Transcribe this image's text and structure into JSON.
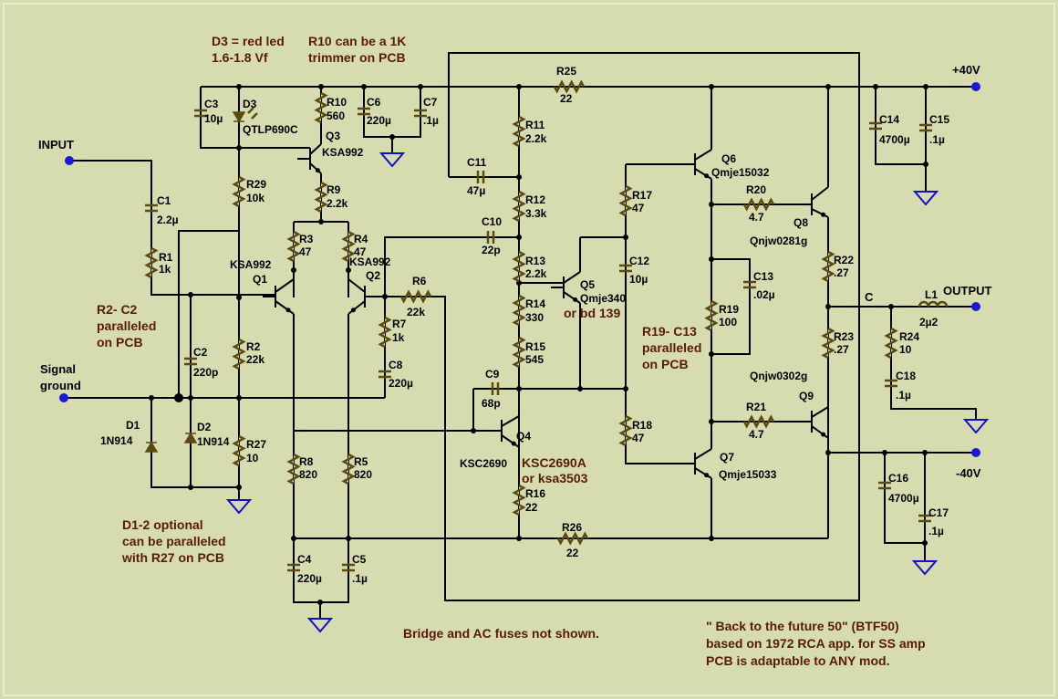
{
  "colors": {
    "background": "#d6dcaf",
    "wire": "#000000",
    "component": "#5a4a10",
    "terminal": "#1a1ad6",
    "ground": "#1010c8",
    "note": "#5a1a0a"
  },
  "ports": {
    "input": "INPUT",
    "signal_ground_1": "Signal",
    "signal_ground_2": "ground",
    "plus_rail": "+40V",
    "minus_rail": "-40V",
    "output": "OUTPUT",
    "c_node": "C"
  },
  "notes": {
    "d3_1": "D3 = red led",
    "d3_2": "1.6-1.8 Vf",
    "r10_1": "R10 can be a 1K",
    "r10_2": "trimmer on PCB",
    "r2c2_1": "R2- C2",
    "r2c2_2": "paralleled",
    "r2c2_3": "on PCB",
    "d12_1": "D1-2 optional",
    "d12_2": "can be paralleled",
    "d12_3": "with R27 on PCB",
    "r19_1": "R19- C13",
    "r19_2": "paralleled",
    "r19_3": "on PCB",
    "q5_alt": "or bd 139",
    "q4_alt1": "KSC2690A",
    "q4_alt2": "or ksa3503",
    "bridge": "Bridge and AC fuses not shown.",
    "btf_1": "\" Back to the future 50\" (BTF50)",
    "btf_2": "based on 1972 RCA app. for SS amp",
    "btf_3": "PCB is adaptable to ANY mod."
  },
  "labels": {
    "C3": "C3",
    "C3v": "10µ",
    "D3": "D3",
    "D3p": "QTLP690C",
    "R10": "R10",
    "R10v": "560",
    "C6": "C6",
    "C6v": "220µ",
    "C7": "C7",
    "C7v": ".1µ",
    "Q3": "Q3",
    "Q3p": "KSA992",
    "R29": "R29",
    "R29v": "10k",
    "R9": "R9",
    "R9v": "2.2k",
    "C1": "C1",
    "C1v": "2.2µ",
    "R1": "R1",
    "R1v": "1k",
    "R3": "R3",
    "R3v": "47",
    "R4": "R4",
    "R4v": "47",
    "Q1": "Q1",
    "Q1p": "KSA992",
    "Q2": "Q2",
    "Q2p": "KSA992",
    "R6": "R6",
    "R6v": "22k",
    "R7": "R7",
    "R7v": "1k",
    "C8": "C8",
    "C8v": "220µ",
    "C2": "C2",
    "C2v": "220p",
    "R2": "R2",
    "R2v": "22k",
    "D1": "D1",
    "D1p": "1N914",
    "D2": "D2",
    "D2p": "1N914",
    "R27": "R27",
    "R27v": "10",
    "R8": "R8",
    "R8v": "820",
    "R5": "R5",
    "R5v": "820",
    "C4": "C4",
    "C4v": "220µ",
    "C5": "C5",
    "C5v": ".1µ",
    "R11": "R11",
    "R11v": "2.2k",
    "C11": "C11",
    "C11v": "47µ",
    "R12": "R12",
    "R12v": "3.3k",
    "C10": "C10",
    "C10v": "22p",
    "R13": "R13",
    "R13v": "2.2k",
    "R14": "R14",
    "R14v": "330",
    "R15": "R15",
    "R15v": "545",
    "C9": "C9",
    "C9v": "68p",
    "Q4": "Q4",
    "Q4p": "KSC2690",
    "R16": "R16",
    "R16v": "22",
    "R25": "R25",
    "R25v": "22",
    "R26": "R26",
    "R26v": "22",
    "Q5": "Q5",
    "Q5p": "Qmje340",
    "R17": "R17",
    "R17v": "47",
    "C12": "C12",
    "C12v": "10µ",
    "R18": "R18",
    "R18v": "47",
    "Q6": "Q6",
    "Q6p": "Qmje15032",
    "Q7": "Q7",
    "Q7p": "Qmje15033",
    "R19": "R19",
    "R19v": "100",
    "C13": "C13",
    "C13v": ".02µ",
    "R20": "R20",
    "R20v": "4.7",
    "R21": "R21",
    "R21v": "4.7",
    "Q8": "Q8",
    "Q8p": "Qnjw0281g",
    "Q9": "Q9",
    "Q9p": "Qnjw0302g",
    "R22": "R22",
    "R22v": ".27",
    "R23": "R23",
    "R23v": ".27",
    "C14": "C14",
    "C14v": "4700µ",
    "C15": "C15",
    "C15v": ".1µ",
    "C16": "C16",
    "C16v": "4700µ",
    "C17": "C17",
    "C17v": ".1µ",
    "L1": "L1",
    "L1v": "2µ2",
    "R24": "R24",
    "R24v": "10",
    "C18": "C18",
    "C18v": ".1µ"
  }
}
